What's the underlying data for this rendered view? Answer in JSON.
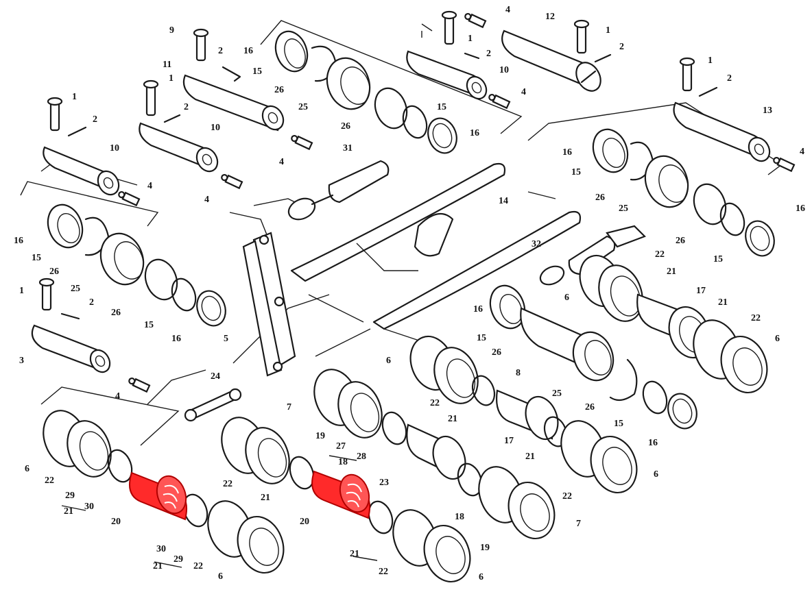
{
  "diagram": {
    "highlight_color": "#ff2a2a",
    "callouts": [
      "1",
      "2",
      "3",
      "4",
      "5",
      "6",
      "7",
      "8",
      "9",
      "10",
      "11",
      "12",
      "13",
      "14",
      "15",
      "16",
      "17",
      "18",
      "19",
      "20",
      "21",
      "22",
      "23",
      "24",
      "25",
      "26",
      "27",
      "28",
      "29",
      "30",
      "31",
      "32"
    ]
  }
}
